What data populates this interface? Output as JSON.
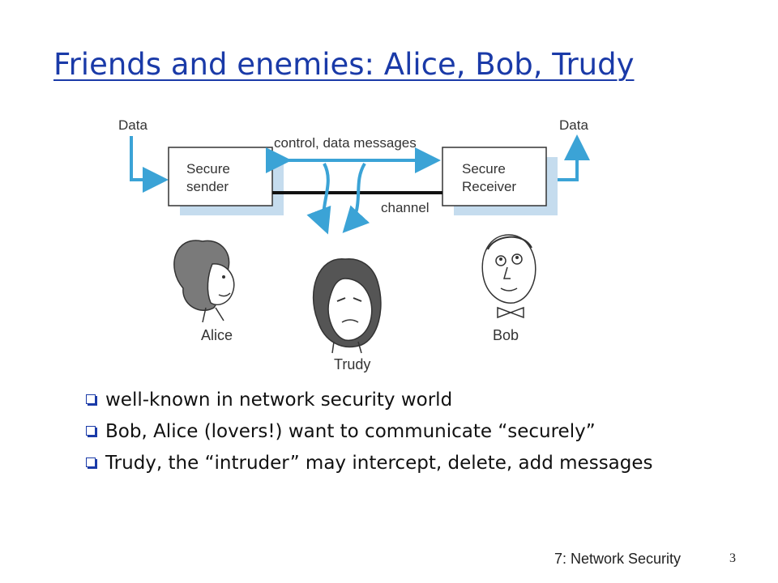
{
  "slide": {
    "title": "Friends and enemies: Alice, Bob, Trudy",
    "footer": "7: Network Security",
    "page_number": "3"
  },
  "diagram": {
    "data_left": "Data",
    "data_right": "Data",
    "control_label": "control, data messages",
    "sender_line1": "Secure",
    "sender_line2": "sender",
    "receiver_line1": "Secure",
    "receiver_line2": "Receiver",
    "channel_label": "channel",
    "alice": "Alice",
    "trudy": "Trudy",
    "bob": "Bob",
    "arrow_color": "#3ba3d6",
    "box_color": "#c5dcee"
  },
  "bullets": [
    "well-known in network security world",
    "Bob, Alice (lovers!) want to communicate “securely”",
    "Trudy, the “intruder” may intercept, delete, add messages"
  ]
}
